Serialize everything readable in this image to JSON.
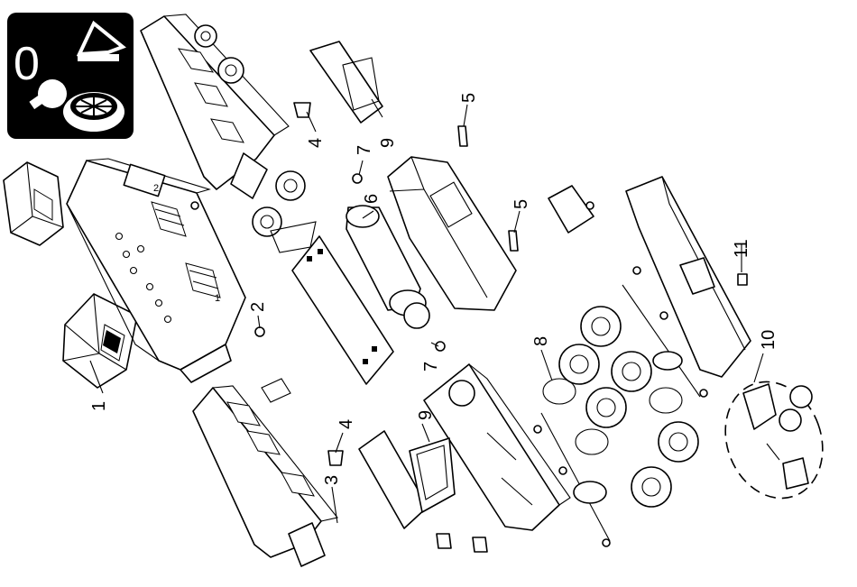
{
  "part_labels": [
    "1",
    "2",
    "3",
    "4",
    "4",
    "5",
    "5",
    "6",
    "7",
    "7",
    "8",
    "9",
    "9",
    "10",
    "11"
  ],
  "icon_panel": {
    "numeral": "0",
    "icons": [
      "track-icon",
      "lamp-icon",
      "wheel-icon"
    ]
  },
  "embossed_marks": [
    "2",
    "1"
  ],
  "colors": {
    "ink": "#000000",
    "paper": "#ffffff"
  }
}
